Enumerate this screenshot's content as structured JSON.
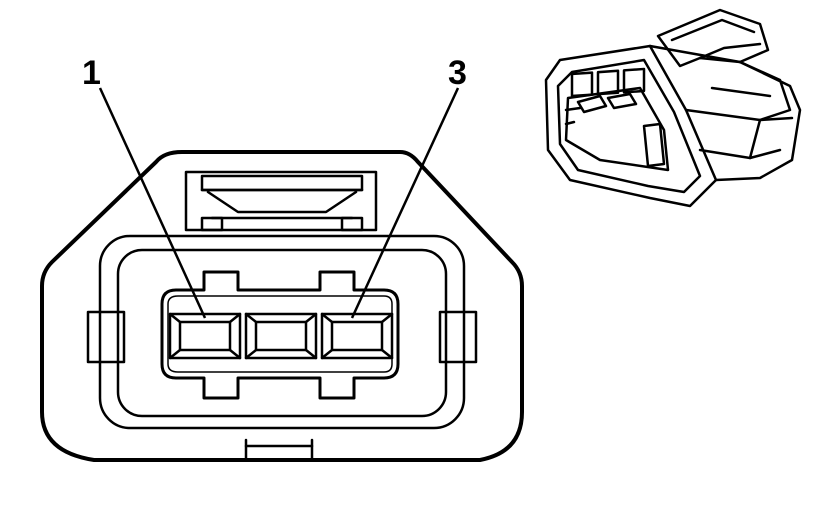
{
  "diagram": {
    "pin_labels": [
      {
        "id": "pin-1",
        "text": "1"
      },
      {
        "id": "pin-3",
        "text": "3"
      }
    ],
    "colors": {
      "line": "#000000",
      "background": "#ffffff"
    }
  }
}
